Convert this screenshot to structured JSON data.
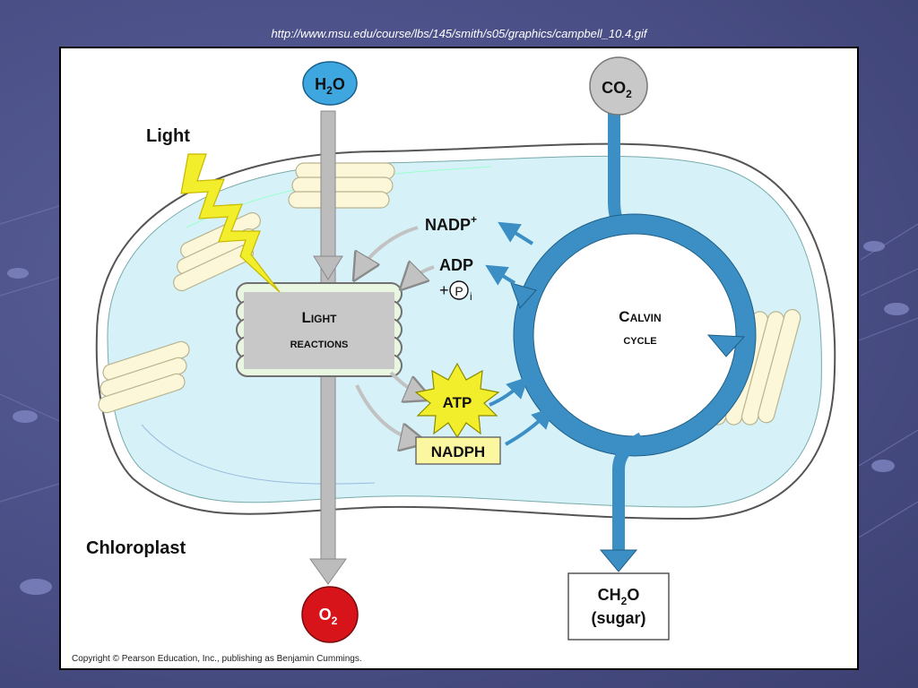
{
  "source_url": "http://www.msu.edu/course/lbs/145/smith/s05/graphics/campbell_10.4.gif",
  "colors": {
    "slide_background": "#4a4f86",
    "stroma": "#d6f2f8",
    "arrow_blue": "#3b8fc4",
    "arrow_gray": "#bcbcbc",
    "water_blue": "#3fa7e0",
    "oxygen_red": "#d8141b",
    "co2_gray": "#c8c8c8",
    "light_yellow": "#f3ee2b",
    "nadph_box": "#fbf6a0"
  },
  "labels": {
    "light": "Light",
    "chloroplast": "Chloroplast",
    "water": "H",
    "water_sub": "2",
    "water_o": "O",
    "co2": "CO",
    "co2_sub": "2",
    "o2": "O",
    "o2_sub": "2",
    "light_reactions_line1": "Light",
    "light_reactions_line2": "reactions",
    "calvin_line1": "Calvin",
    "calvin_line2": "cycle",
    "nadp": "NADP",
    "nadp_sup": "+",
    "adp": "ADP",
    "pi_plus": "+",
    "pi_letter": "P",
    "pi_sub": "i",
    "atp": "ATP",
    "nadph": "NADPH",
    "sugar_ch": "CH",
    "sugar_sub": "2",
    "sugar_o": "O",
    "sugar_word": "(sugar)",
    "copyright": "Copyright © Pearson Education, Inc., publishing as Benjamin Cummings."
  }
}
